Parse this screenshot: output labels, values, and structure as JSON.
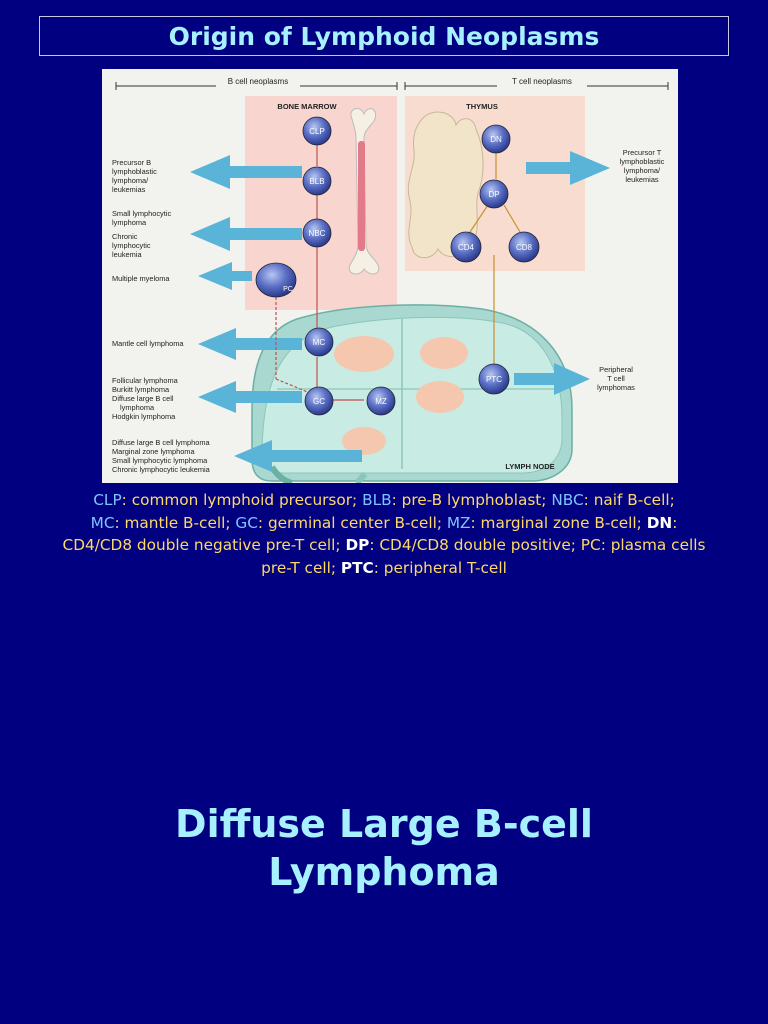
{
  "slide": {
    "title": "Origin of Lymphoid Neoplasms",
    "subtitle_line1": "Diffuse Large B-cell",
    "subtitle_line2": "Lymphoma"
  },
  "figure": {
    "b_header": "B cell neoplasms",
    "t_header": "T cell neoplasms",
    "bone_marrow": "BONE MARROW",
    "thymus": "THYMUS",
    "lymph_node": "LYMPH NODE",
    "cells": {
      "clp": "CLP",
      "blb": "BLB",
      "nbc": "NBC",
      "pc": "PC",
      "mc": "MC",
      "gc": "GC",
      "mz": "MZ",
      "dn": "DN",
      "dp": "DP",
      "cd4": "CD4",
      "cd8": "CD8",
      "ptc": "PTC"
    },
    "left_labels": {
      "precursor_b": [
        "Precursor B",
        "lymphoblastic",
        "lymphoma/",
        "leukemias"
      ],
      "small_lymph": [
        "Small lymphocytic",
        "lymphoma",
        "Chronic",
        "lymphocytic",
        "leukemia"
      ],
      "myeloma": [
        "Multiple myeloma"
      ],
      "mantle": [
        "Mantle cell lymphoma"
      ],
      "follicular": [
        "Follicular lymphoma",
        "Burkitt lymphoma",
        "Diffuse large B cell",
        "lymphoma",
        "Hodgkin lymphoma"
      ],
      "diffuse": [
        "Diffuse large B cell lymphoma",
        "Marginal zone lymphoma",
        "Small lymphocytic lymphoma",
        "Chronic lymphocytic leukemia"
      ]
    },
    "right_labels": {
      "precursor_t": [
        "Precursor T",
        "lymphoblastic",
        "lymphoma/",
        "leukemias"
      ],
      "peripheral": [
        "Peripheral",
        "T cell",
        "lymphomas"
      ]
    }
  },
  "caption": {
    "clp": "CLP",
    "clp_def": ": common lymphoid precursor; ",
    "blb": "BLB",
    "blb_def": ": pre-B lymphoblast; ",
    "nbc": "NBC",
    "nbc_def": ": naif B-cell;",
    "mc": "MC",
    "mc_def": ": mantle B-cell; ",
    "gc": "GC",
    "gc_def": ": germinal center B-cell; ",
    "mz": "MZ",
    "mz_def": ": marginal zone B-cell; ",
    "dn": "DN",
    "dn_def": ":",
    "dn_def2": "CD4/CD8 double negative pre-T cell; ",
    "dp": "DP",
    "dp_def": ": CD4/CD8 double positive; ",
    "pc": "PC",
    "pc_def": ": plasma cells",
    "pret": "pre-T cell; ",
    "ptc": "PTC",
    "ptc_def": ": peripheral T-cell"
  }
}
